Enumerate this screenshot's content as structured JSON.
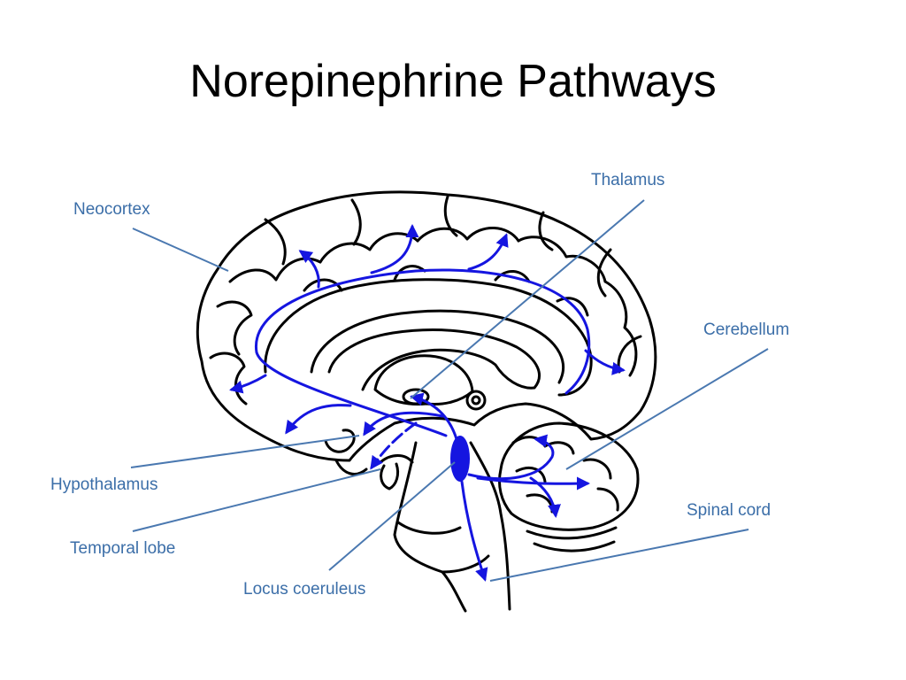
{
  "slide": {
    "title": "Norepinephrine Pathways"
  },
  "labels": {
    "neocortex": "Neocortex",
    "thalamus": "Thalamus",
    "cerebellum": "Cerebellum",
    "hypothalamus": "Hypothalamus",
    "temporal_lobe": "Temporal lobe",
    "locus_coeruleus": "Locus coeruleus",
    "spinal_cord": "Spinal cord"
  },
  "colors": {
    "background": "#ffffff",
    "title": "#000000",
    "label_text": "#3b6ea8",
    "leader_line": "#4a78b0",
    "pathway": "#1515e0",
    "outline": "#000000"
  }
}
